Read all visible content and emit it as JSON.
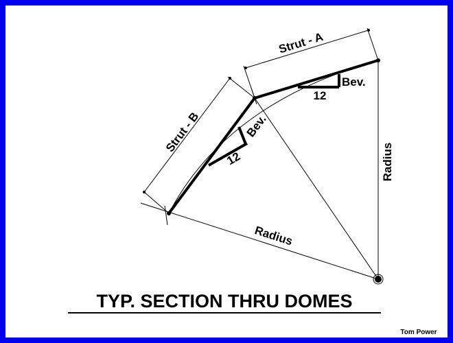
{
  "diagram": {
    "title": "TYP. SECTION THRU DOMES",
    "credit": "Tom Power",
    "labels": {
      "strut_a": "Strut - A",
      "strut_b": "Strut - B",
      "radius_vertical": "Radius",
      "radius_diagonal": "Radius",
      "bevel_a": "Bev.",
      "bevel_b": "Bev.",
      "run_a": "12",
      "run_b": "12"
    },
    "colors": {
      "border": "#0000f0",
      "ink": "#000000",
      "background": "#ffffff"
    }
  }
}
